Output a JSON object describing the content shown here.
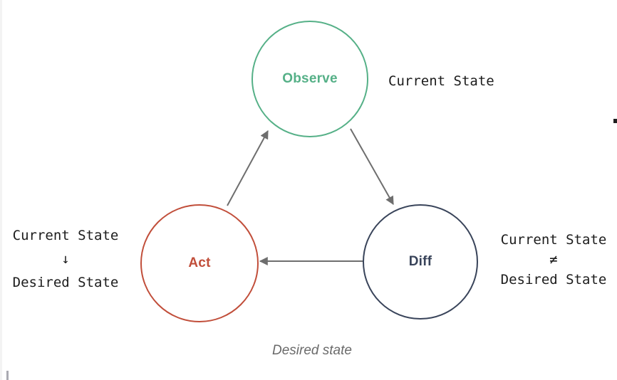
{
  "diagram": {
    "nodes": {
      "observe": {
        "label": "Observe",
        "color": "#55b087"
      },
      "act": {
        "label": "Act",
        "color": "#c14e3a"
      },
      "diff": {
        "label": "Diff",
        "color": "#39445a"
      }
    },
    "edges": [
      {
        "from": "Act",
        "to": "Observe"
      },
      {
        "from": "Observe",
        "to": "Diff"
      },
      {
        "from": "Diff",
        "to": "Act"
      }
    ]
  },
  "notes": {
    "observe": "Current State",
    "act": {
      "line1": "Current State",
      "symbol": "↓",
      "line2": "Desired State"
    },
    "diff": {
      "line1": "Current State",
      "symbol": "≠",
      "line2": "Desired State"
    }
  },
  "caption": "Desired state",
  "colors": {
    "arrow": "#6e6e6e",
    "note_text": "#1c1c1c",
    "caption_text": "#6a6a6a"
  }
}
